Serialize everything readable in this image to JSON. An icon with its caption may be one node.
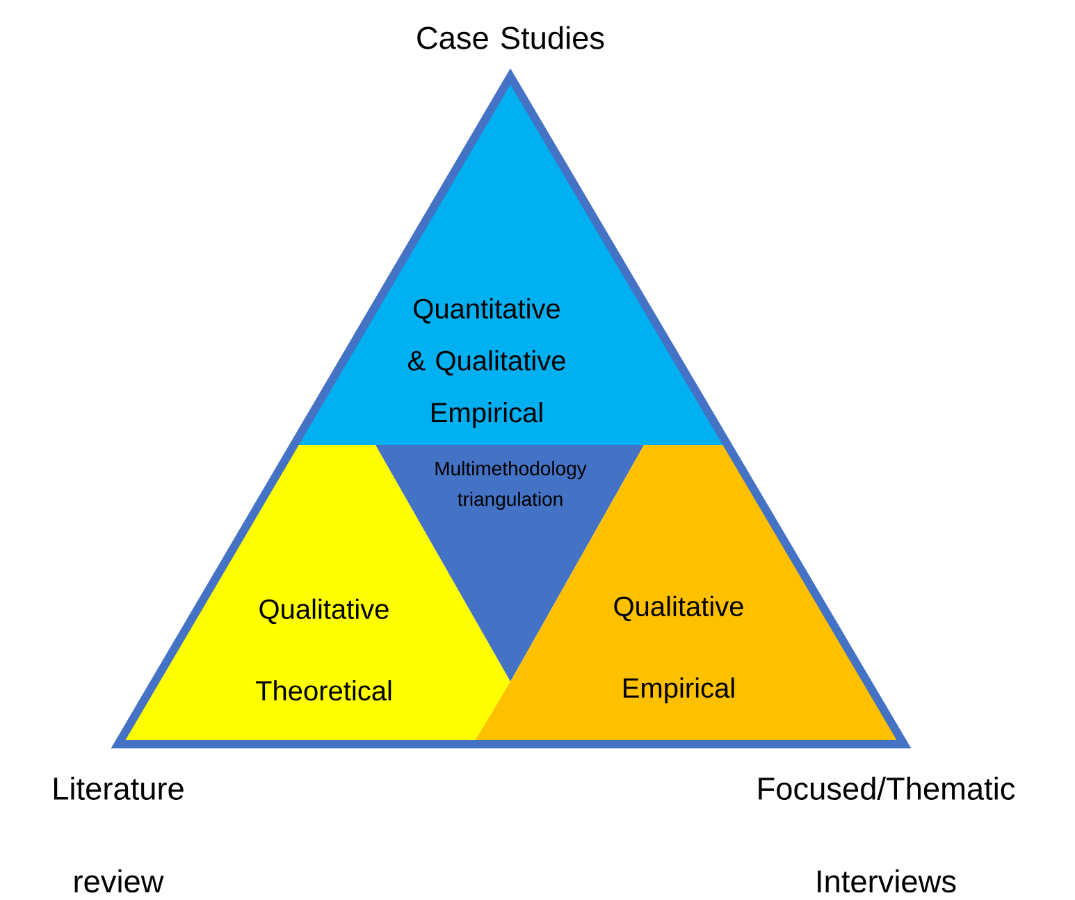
{
  "diagram": {
    "nodes": [
      {
        "text": [
          "Quantitative & Qualitative Empirical"
        ]
      },
      {
        "text": [
          "Multimethodology triangulation"
        ]
      },
      {
        "text": [
          "Qualitative Theoretical"
        ]
      },
      {
        "text": [
          "Qualitative Empirical"
        ]
      }
    ],
    "edges": [],
    "labels": [
      "Case Studies",
      "Literature review",
      "Focused/Thematic Interviews"
    ]
  }
}
